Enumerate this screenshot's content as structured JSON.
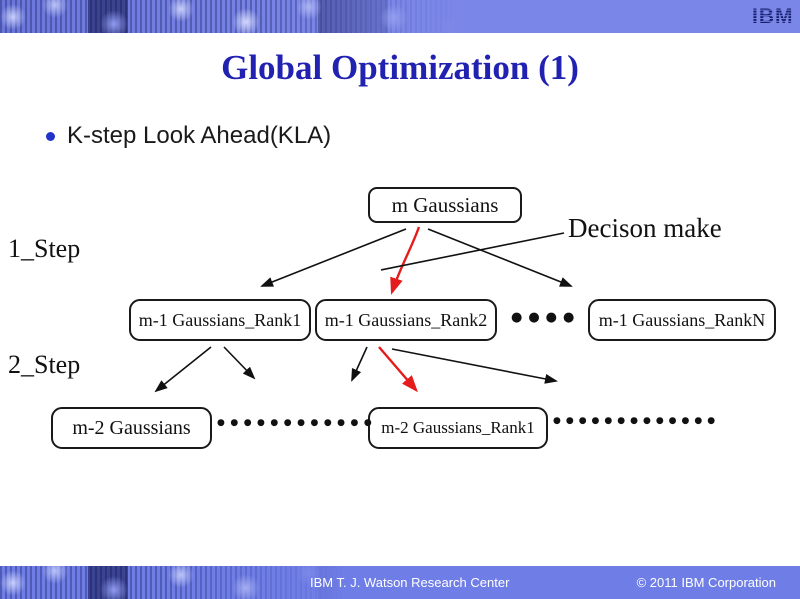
{
  "banner": {
    "logo": "IBM"
  },
  "slide": {
    "title": "Global Optimization (1)",
    "bullet": "K-step Look Ahead(KLA)"
  },
  "diagram": {
    "root_box": "m Gaussians",
    "decision_note": "Decison make",
    "step1_label": "1_Step",
    "step2_label": "2_Step",
    "level1_boxes": {
      "rank1": "m-1 Gaussians_Rank1",
      "rank2": "m-1 Gaussians_Rank2",
      "rankN": "m-1 Gaussians_RankN"
    },
    "level2_boxes": {
      "m2": "m-2 Gaussians",
      "m2rank1": "m-2 Gaussians_Rank1"
    },
    "ellipsis_mid": "●●●●",
    "ellipsis_bottom_left": "●●●●●●●●●●●●",
    "ellipsis_bottom_right": "●●●●●●●●●●●●●"
  },
  "footer": {
    "left": "IBM T. J. Watson Research Center",
    "right": "© 2011 IBM Corporation"
  },
  "colors": {
    "title_blue": "#2222b2",
    "arrow_red": "#e51c1c",
    "banner_blue": "#7b87e8",
    "footer_blue": "#6f7de6",
    "logo_navy": "#16206e"
  }
}
